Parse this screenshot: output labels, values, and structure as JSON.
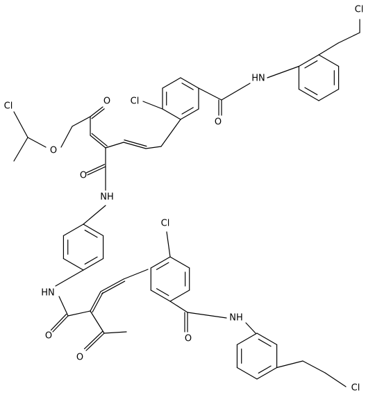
{
  "structure": {
    "colors": {
      "bond": "#000000",
      "text": "#000000",
      "background": "#ffffff"
    },
    "atom_labels": {
      "cl_chloroethyl_top": "Cl",
      "nh_amide_top": "HN",
      "o_amide_top": "O",
      "cl_aryl_top": "Cl",
      "o_ketone_top": "O",
      "cl_chloroethoxy": "Cl",
      "o_ether": "O",
      "o_amide_mid": "O",
      "nh_amide_mid": "NH",
      "cl_aryl_bottom": "Cl",
      "nh_amide_left": "HN",
      "o_amide_left": "O",
      "o_ketone_bottom": "O",
      "o_amide_bottom": "O",
      "nh_amide_bottom": "NH",
      "cl_chloroethyl_bottom": "Cl"
    }
  }
}
